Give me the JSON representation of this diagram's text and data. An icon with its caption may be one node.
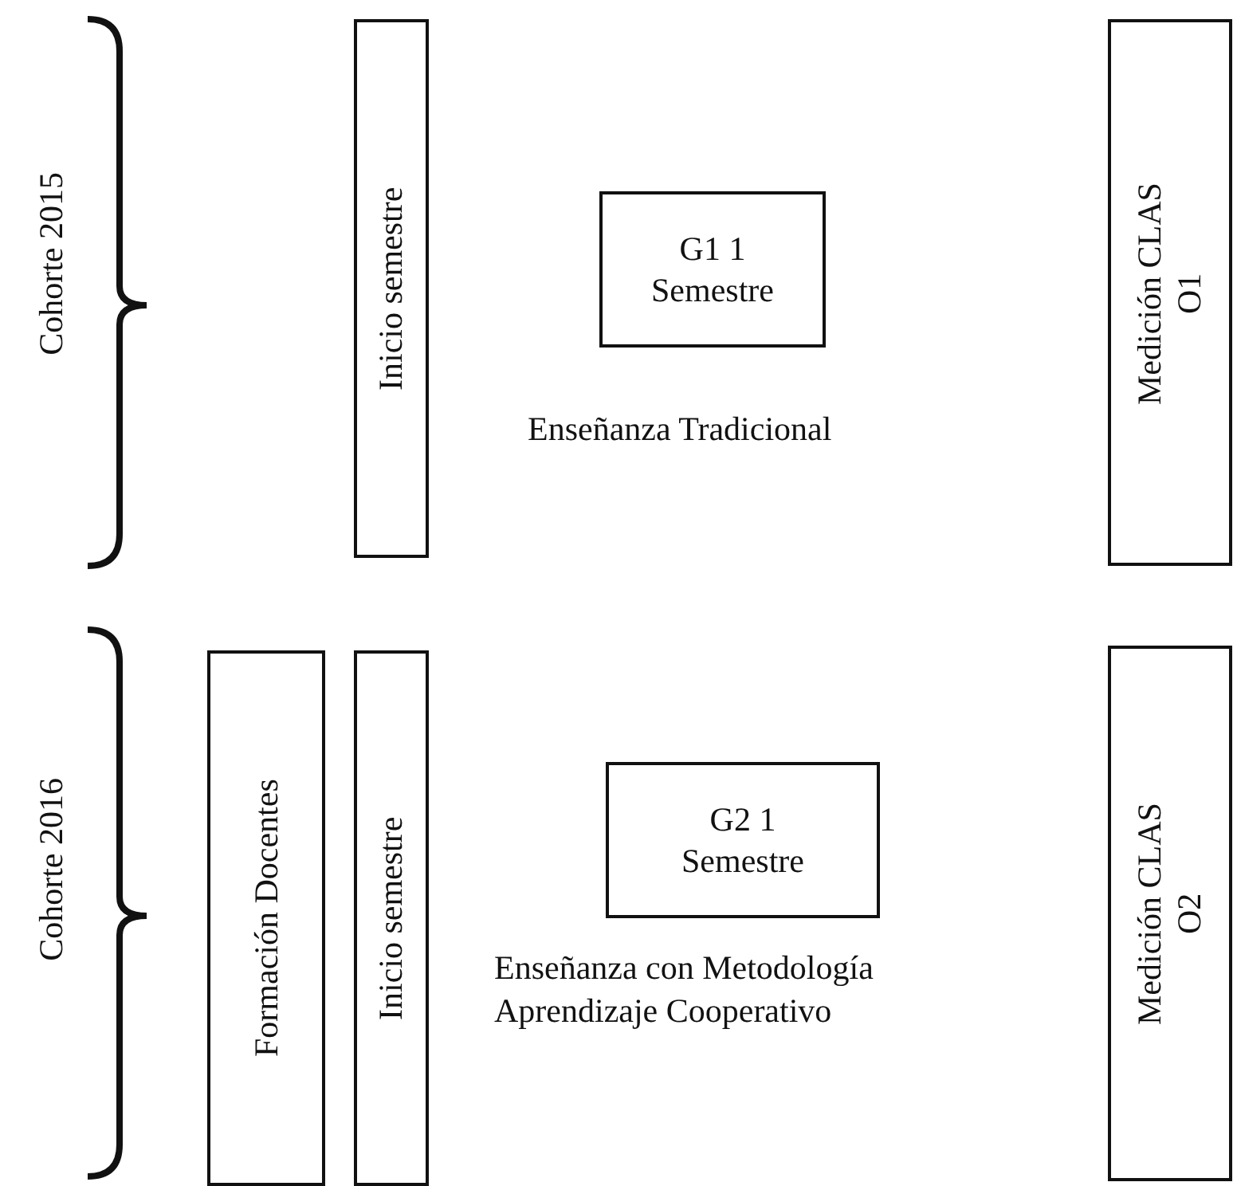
{
  "diagram": {
    "nodes": [
      {
        "text": [
          "Inicio semestre"
        ]
      },
      {
        "text": [
          "G1 1 Semestre"
        ],
        "beside": [
          "Enseñanza Tradicional"
        ]
      },
      {
        "text": [
          "Medición CLAS O1"
        ]
      },
      {
        "text": [
          "Formación Docentes"
        ]
      },
      {
        "text": [
          "Inicio semestre"
        ]
      },
      {
        "text": [
          "G2 1 Semestre"
        ],
        "beside": [
          "Enseñanza con Metodología Aprendizaje Cooperativo"
        ]
      },
      {
        "text": [
          "Medición CLAS O2"
        ]
      }
    ],
    "labels": [
      "Cohorte 2015",
      "Cohorte 2016"
    ]
  }
}
